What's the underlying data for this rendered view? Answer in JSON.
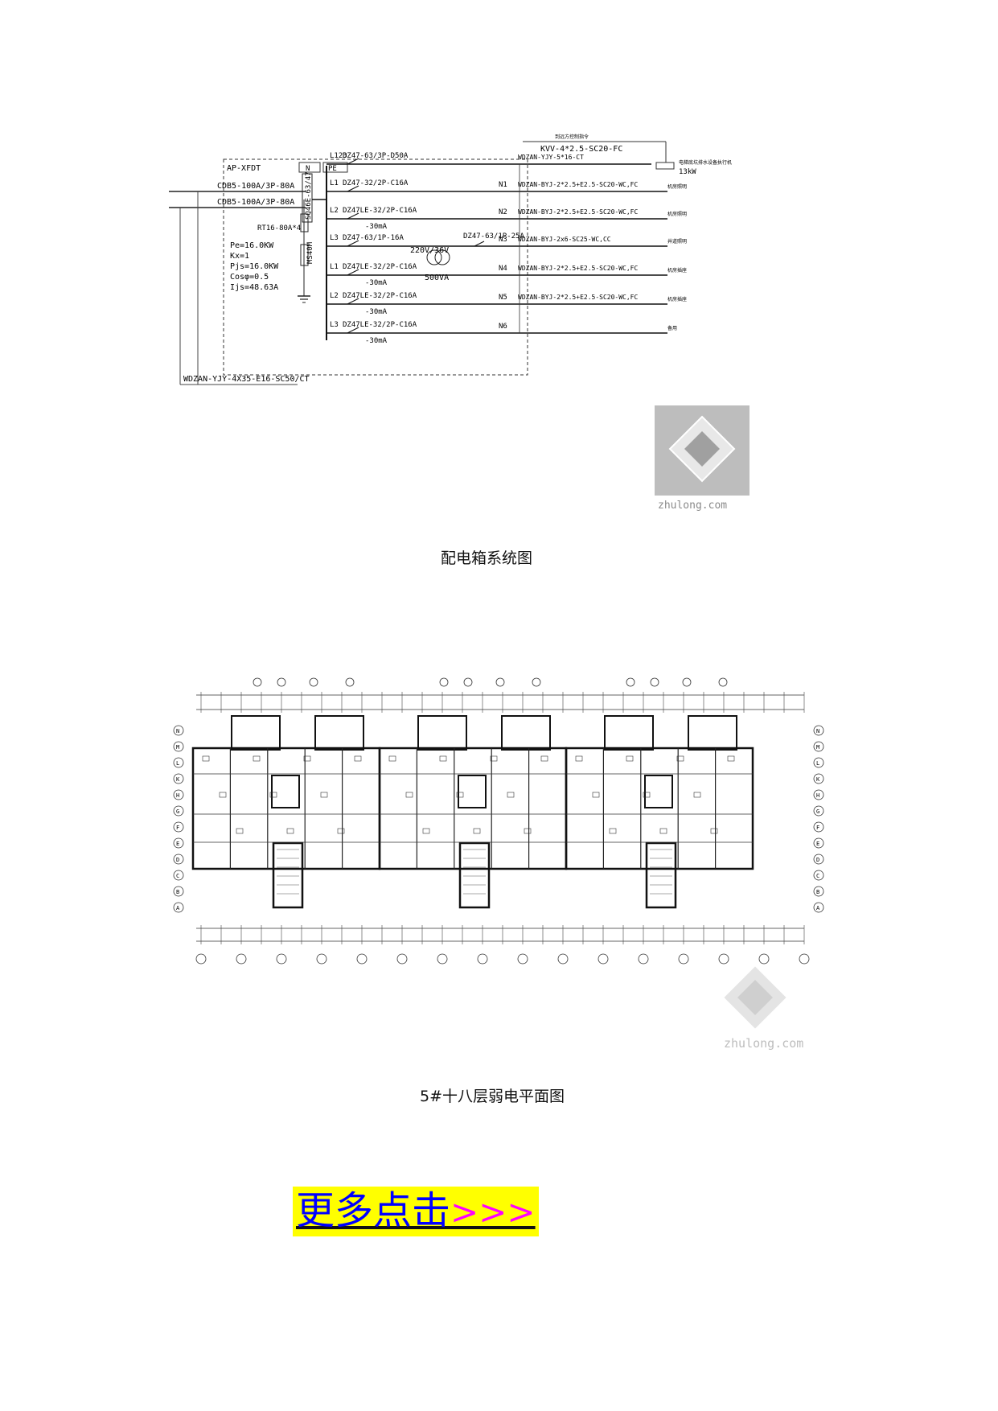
{
  "figure1": {
    "box_label": "AP-XFDT",
    "terminal_labels": [
      "N",
      "PE"
    ],
    "incoming": [
      "CDB5-100A/3P-80A",
      "CDB5-100A/3P-80A"
    ],
    "switch": "SQ46E-63/47",
    "spd": "RT16-80A*4",
    "surge": "MS40M",
    "load_params": [
      "Pe=16.0KW",
      "Kx=1",
      "Pjs=16.0KW",
      "Cosφ=0.5",
      "Ijs=48.63A"
    ],
    "feed_cable": "WDZAN-YJY-4X35-E16-SC50/CT",
    "remote_cable": "KVV-4*2.5-SC20-FC",
    "remote_note": "到远方控制指令",
    "remote_load": "电梯底坑排水设备执行机",
    "remote_power": "13kW",
    "transformer": [
      "220V/36V",
      "500VA"
    ],
    "circuits": [
      {
        "phase": "L123",
        "breaker": "DZ47-63/3P-D50A",
        "rcd": "",
        "n": "",
        "cable": "WDZAN-YJY-5*16-CT",
        "use": ""
      },
      {
        "phase": "L1",
        "breaker": "DZ47-32/2P-C16A",
        "rcd": "",
        "n": "N1",
        "cable": "WDZAN-BYJ-2*2.5+E2.5-SC20-WC,FC",
        "use": "机房照明"
      },
      {
        "phase": "L2",
        "breaker": "DZ47LE-32/2P-C16A",
        "rcd": "-30mA",
        "n": "N2",
        "cable": "WDZAN-BYJ-2*2.5+E2.5-SC20-WC,FC",
        "use": "机房照明"
      },
      {
        "phase": "L3",
        "breaker": "DZ47-63/1P-16A",
        "rcd": "",
        "n": "N3",
        "cable": "WDZAN-BYJ-2x6-SC25-WC,CC",
        "use": "井道照明",
        "breaker2": "DZ47-63/1P-25A"
      },
      {
        "phase": "L1",
        "breaker": "DZ47LE-32/2P-C16A",
        "rcd": "-30mA",
        "n": "N4",
        "cable": "WDZAN-BYJ-2*2.5+E2.5-SC20-WC,FC",
        "use": "机房插座"
      },
      {
        "phase": "L2",
        "breaker": "DZ47LE-32/2P-C16A",
        "rcd": "-30mA",
        "n": "N5",
        "cable": "WDZAN-BYJ-2*2.5+E2.5-SC20-WC,FC",
        "use": "机房插座"
      },
      {
        "phase": "L3",
        "breaker": "DZ47LE-32/2P-C16A",
        "rcd": "-30mA",
        "n": "N6",
        "cable": "",
        "use": "备用"
      }
    ],
    "watermark": "zhulong.com"
  },
  "caption1": "配电箱系统图",
  "figure2": {
    "watermark": "zhulong.com",
    "axis_letters_left": [
      "N",
      "M",
      "L",
      "K",
      "H",
      "G",
      "F",
      "E",
      "D",
      "C",
      "B",
      "A"
    ],
    "axis_letters_right": [
      "N",
      "M",
      "L",
      "K",
      "H",
      "G",
      "F",
      "E",
      "D",
      "C",
      "B",
      "A"
    ]
  },
  "caption2": "5#十八层弱电平面图",
  "more_link": {
    "main": "更多点击",
    "arrows": ">>>"
  },
  "colors": {
    "link_blue": "#0000ff",
    "link_magenta": "#ff00ff",
    "link_bg": "#ffff00"
  }
}
